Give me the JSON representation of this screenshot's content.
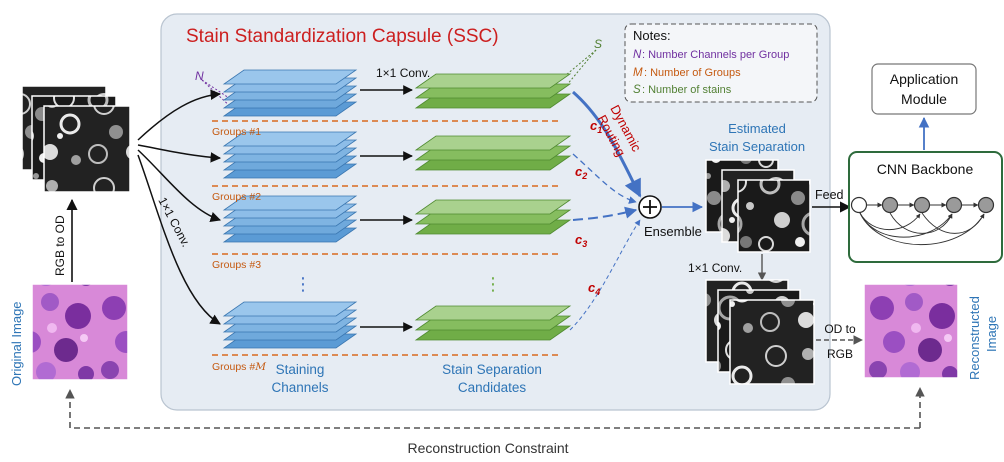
{
  "ssc": {
    "title": "Stain Standardization Capsule (SSC)"
  },
  "notes": {
    "heading": "Notes:",
    "n_symbol": "N",
    "n_text": ": Number Channels per Group",
    "m_symbol": "M",
    "m_text": ": Number of Groups",
    "s_symbol": "S",
    "s_text": ": Number of stains"
  },
  "labels": {
    "n_marker": "N",
    "s_marker": "S",
    "conv_top": "1×1 Conv.",
    "conv_left": "1×1 Conv.",
    "conv_bottom": "1×1 Conv.",
    "rgb_to_od": "RGB to OD",
    "original_image": "Original Image",
    "reconstructed_image_line1": "Reconstructed",
    "reconstructed_image_line2": "Image",
    "dynamic_routing_line1": "Dynamic",
    "dynamic_routing_line2": "Routing",
    "ensemble": "Ensemble",
    "estimated_line1": "Estimated",
    "estimated_line2": "Stain Separation",
    "feed": "Feed",
    "od_to_rgb_line1": "OD to",
    "od_to_rgb_line2": "RGB",
    "staining_channels_line1": "Staining",
    "staining_channels_line2": "Channels",
    "candidates_line1": "Stain Separation",
    "candidates_line2": "Candidates",
    "reconstruction_constraint": "Reconstruction Constraint",
    "cnn_backbone": "CNN Backbone",
    "application_module_line1": "Application",
    "application_module_line2": "Module",
    "vdots": "⋮"
  },
  "groups": [
    {
      "label": "Groups #1"
    },
    {
      "label": "Groups #2"
    },
    {
      "label": "Groups #3"
    },
    {
      "label": "Groups #",
      "suffix": "M"
    }
  ],
  "coefficients": [
    {
      "main": "c",
      "sub": "1"
    },
    {
      "main": "c",
      "sub": "2"
    },
    {
      "main": "c",
      "sub": "3"
    },
    {
      "main": "c",
      "sub": "4"
    }
  ],
  "colors": {
    "panel_fill": "#e6ecf3",
    "panel_stroke": "#b9c4d0",
    "title_red": "#cc1f1f",
    "blue_layer": "#5b9bd5",
    "blue_layer_top": "#8dbde8",
    "green_layer": "#70ad47",
    "green_layer_top": "#a9d18e",
    "orange_dash": "#d9691e",
    "purple": "#7030a0",
    "note_orange": "#c55a11",
    "note_green": "#538135",
    "arrow_blue": "#4472c4",
    "label_blue": "#2e75b6",
    "cnn_green": "#2e6b3c"
  }
}
